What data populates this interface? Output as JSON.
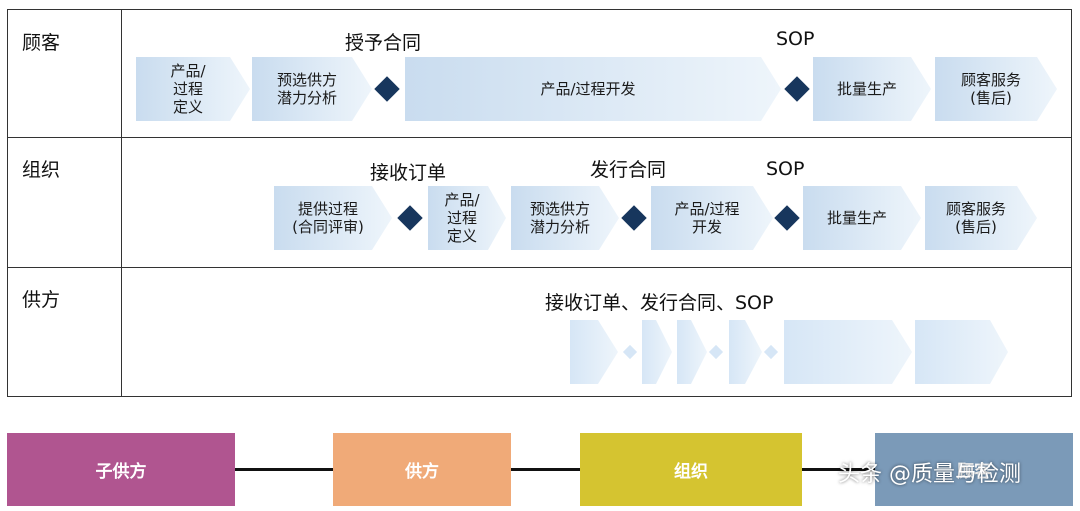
{
  "rows": [
    {
      "label": "顾客"
    },
    {
      "label": "组织"
    },
    {
      "label": "供方"
    }
  ],
  "customer": {
    "milestone_contract": "授予合同",
    "milestone_sop": "SOP",
    "steps": [
      "产品/\n过程\n定义",
      "预选供方\n潜力分析",
      "产品/过程开发",
      "批量生产",
      "顾客服务\n(售后)"
    ]
  },
  "organization": {
    "milestone_order": "接收订单",
    "milestone_contract": "发行合同",
    "milestone_sop": "SOP",
    "steps": [
      "提供过程\n(合同评审)",
      "产品/\n过程\n定义",
      "预选供方\n潜力分析",
      "产品/过程\n开发",
      "批量生产",
      "顾客服务\n(售后)"
    ]
  },
  "supplier": {
    "milestone": "接收订单、发行合同、SOP"
  },
  "chain": [
    {
      "label": "子供方",
      "color": "#b05590"
    },
    {
      "label": "供方",
      "color": "#f0aa78"
    },
    {
      "label": "组织",
      "color": "#d5c430"
    },
    {
      "label": "顾客",
      "color": "#7b9ab8"
    }
  ],
  "watermark": "头条 @质量与检测",
  "colors": {
    "chevron": "#dbe8f5",
    "diamond": "#17365d"
  }
}
